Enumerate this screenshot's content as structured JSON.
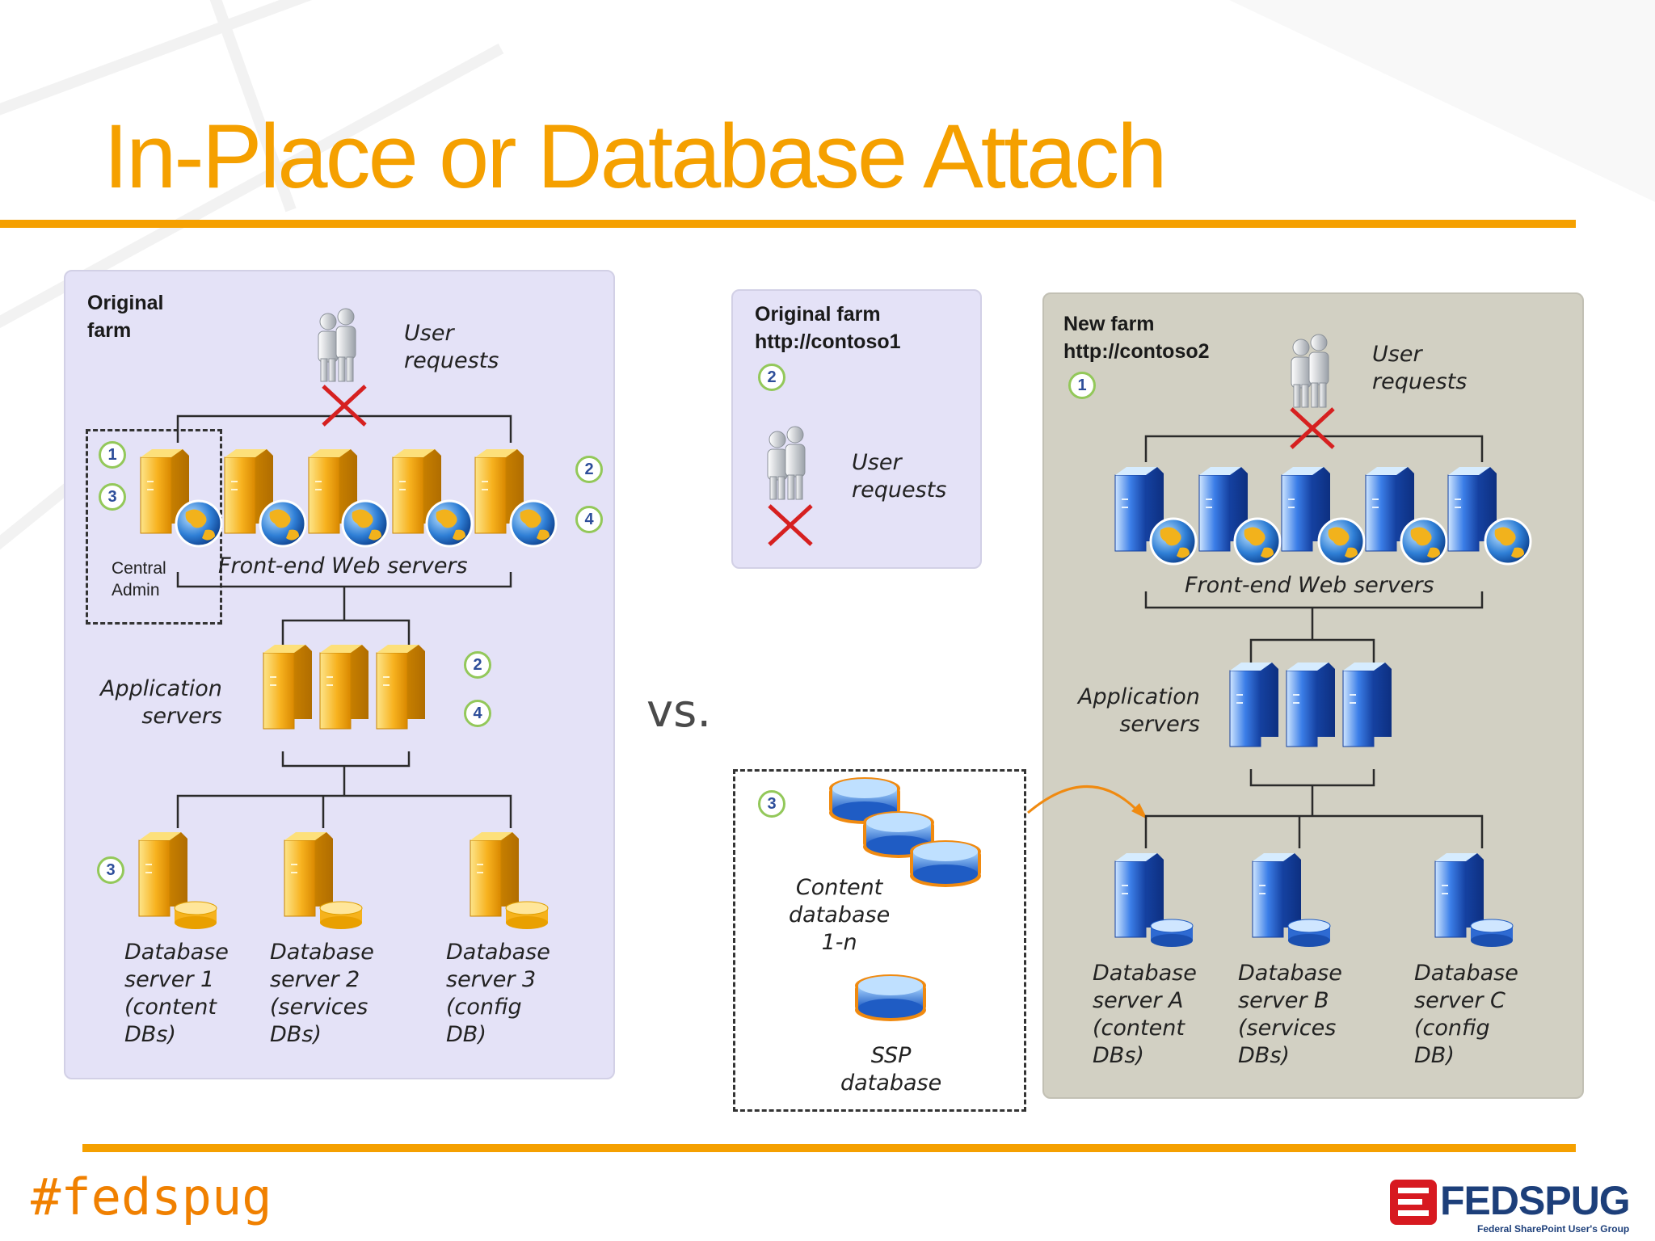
{
  "title": "In-Place or Database Attach",
  "vs": "vs.",
  "hashtag": "#fedspug",
  "logo": {
    "name": "FEDSPUG",
    "tagline": "Federal SharePoint User's Group"
  },
  "colors": {
    "accent": "#f5a000",
    "orange_server": "#f6b21c",
    "blue_server": "#2b63d6",
    "badge": "#93c85a"
  },
  "left_panel": {
    "label": "Original\nfarm",
    "user_requests": "User\nrequests",
    "central_admin": "Central\nAdmin",
    "front_end": "Front-end Web servers",
    "app_servers": "Application\nservers",
    "db1": "Database\nserver 1\n(content\nDBs)",
    "db2": "Database\nserver 2\n(services\nDBs)",
    "db3": "Database\nserver 3\n(config\nDB)",
    "badges": [
      "1",
      "3",
      "2",
      "4",
      "2",
      "4",
      "3"
    ]
  },
  "middle_panel": {
    "label": "Original farm\nhttp://contoso1",
    "badge": "2",
    "user_requests": "User\nrequests",
    "db_box_badge": "3",
    "content_db": "Content\ndatabase\n1-n",
    "ssp_db": "SSP\ndatabase"
  },
  "right_panel": {
    "label": "New farm\nhttp://contoso2",
    "badge": "1",
    "user_requests": "User\nrequests",
    "front_end": "Front-end Web servers",
    "app_servers": "Application\nservers",
    "dbA": "Database\nserver A\n(content\nDBs)",
    "dbB": "Database\nserver B\n(services\nDBs)",
    "dbC": "Database\nserver C\n(config\nDB)"
  }
}
